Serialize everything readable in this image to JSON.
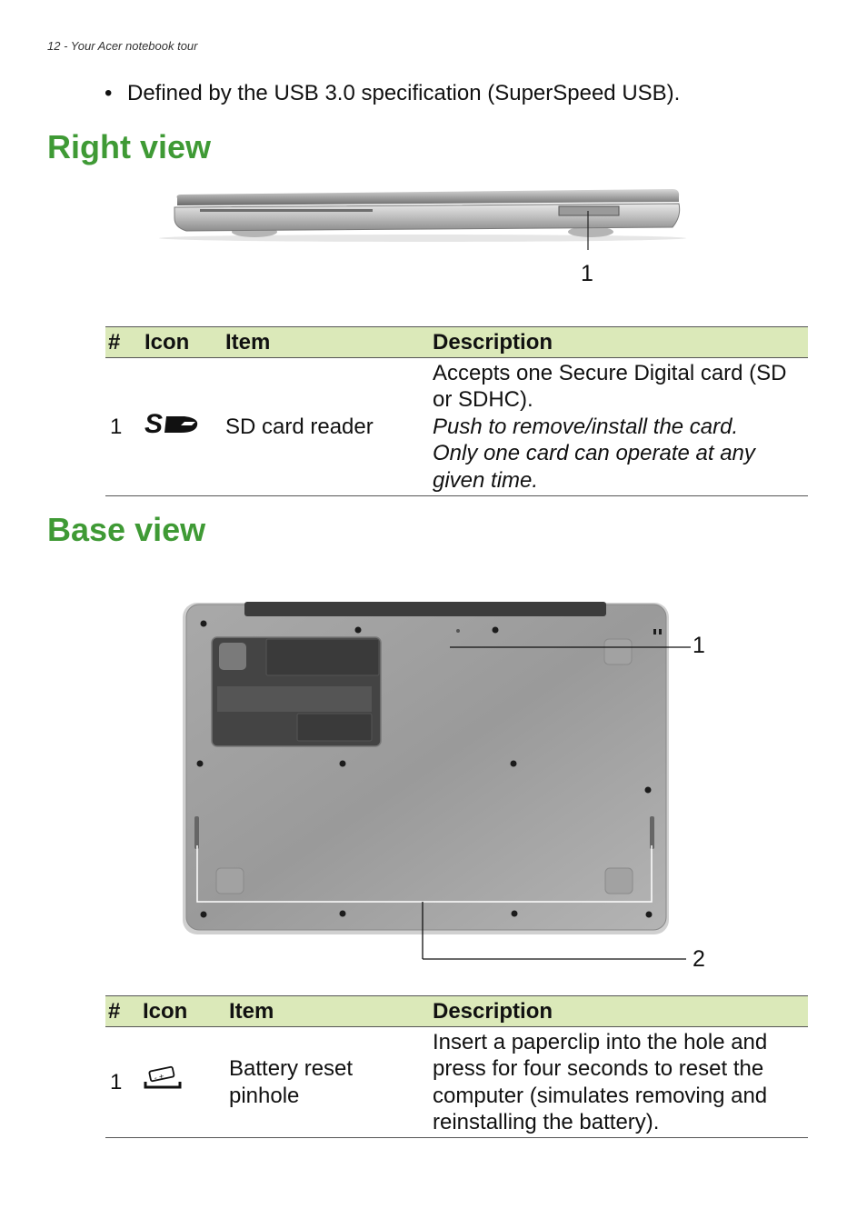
{
  "header": {
    "text": "12 - Your Acer notebook tour"
  },
  "bullet": {
    "text": "Defined by the USB 3.0 specification (SuperSpeed USB)."
  },
  "right_view": {
    "heading": "Right view",
    "callout": "1",
    "table": {
      "headers": [
        "#",
        "Icon",
        "Item",
        "Description"
      ],
      "row": {
        "num": "1",
        "icon": "sd-card-icon",
        "item": "SD card reader",
        "desc_lines": [
          "Accepts one Secure Digital card (SD",
          "or SDHC)."
        ],
        "desc_italic_lines": [
          "Push to remove/install the card.",
          "Only one card can operate at any",
          "given time."
        ]
      }
    }
  },
  "base_view": {
    "heading": "Base view",
    "callout_1": "1",
    "callout_2": "2",
    "table": {
      "headers": [
        "#",
        "Icon",
        "Item",
        "Description"
      ],
      "row": {
        "num": "1",
        "icon": "battery-reset-icon",
        "item_lines": [
          "Battery reset",
          "pinhole"
        ],
        "desc_lines": [
          "Insert a paperclip into the hole and",
          "press for four seconds to reset the",
          "computer (simulates removing and",
          "reinstalling the battery)."
        ]
      }
    }
  },
  "colors": {
    "heading": "#3f9a35",
    "table_header_bg": "#dbe9b9"
  }
}
